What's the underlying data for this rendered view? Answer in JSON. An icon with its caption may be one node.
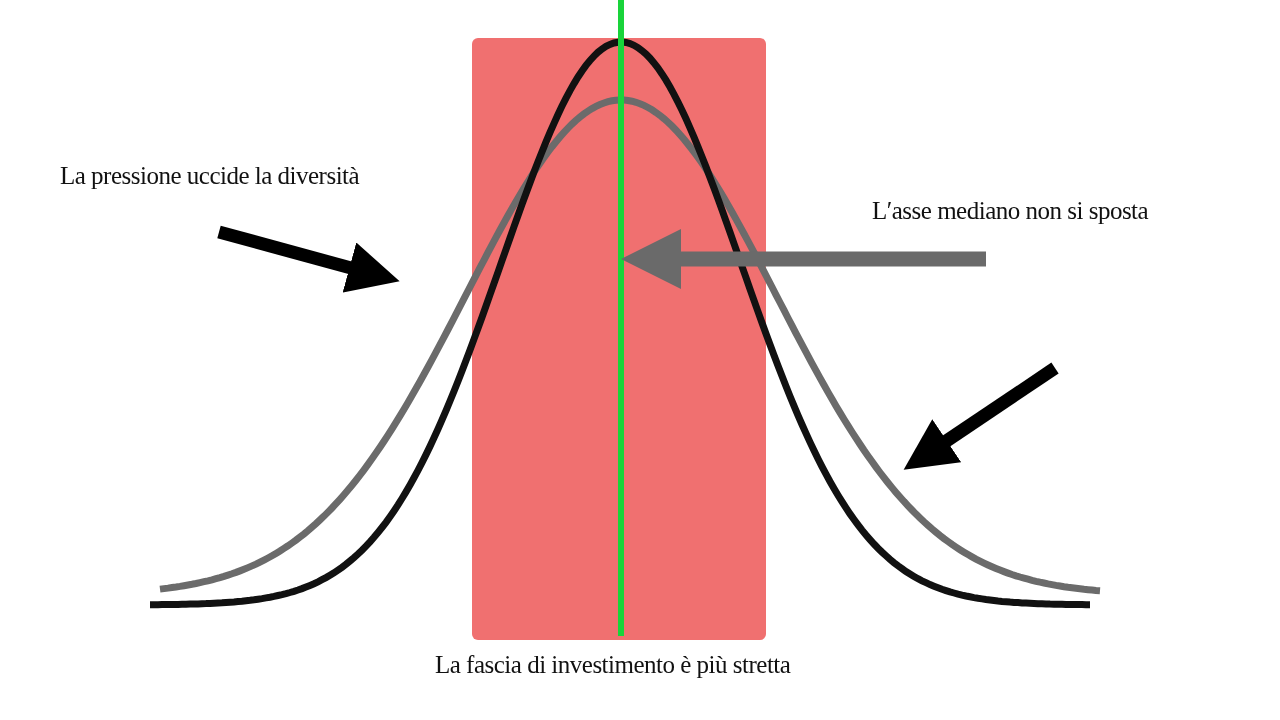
{
  "diagram": {
    "labels": [
      "La pressione uccide la diversità",
      "L′asse mediano non si sposta",
      "La fascia di investimento è più stretta"
    ]
  }
}
